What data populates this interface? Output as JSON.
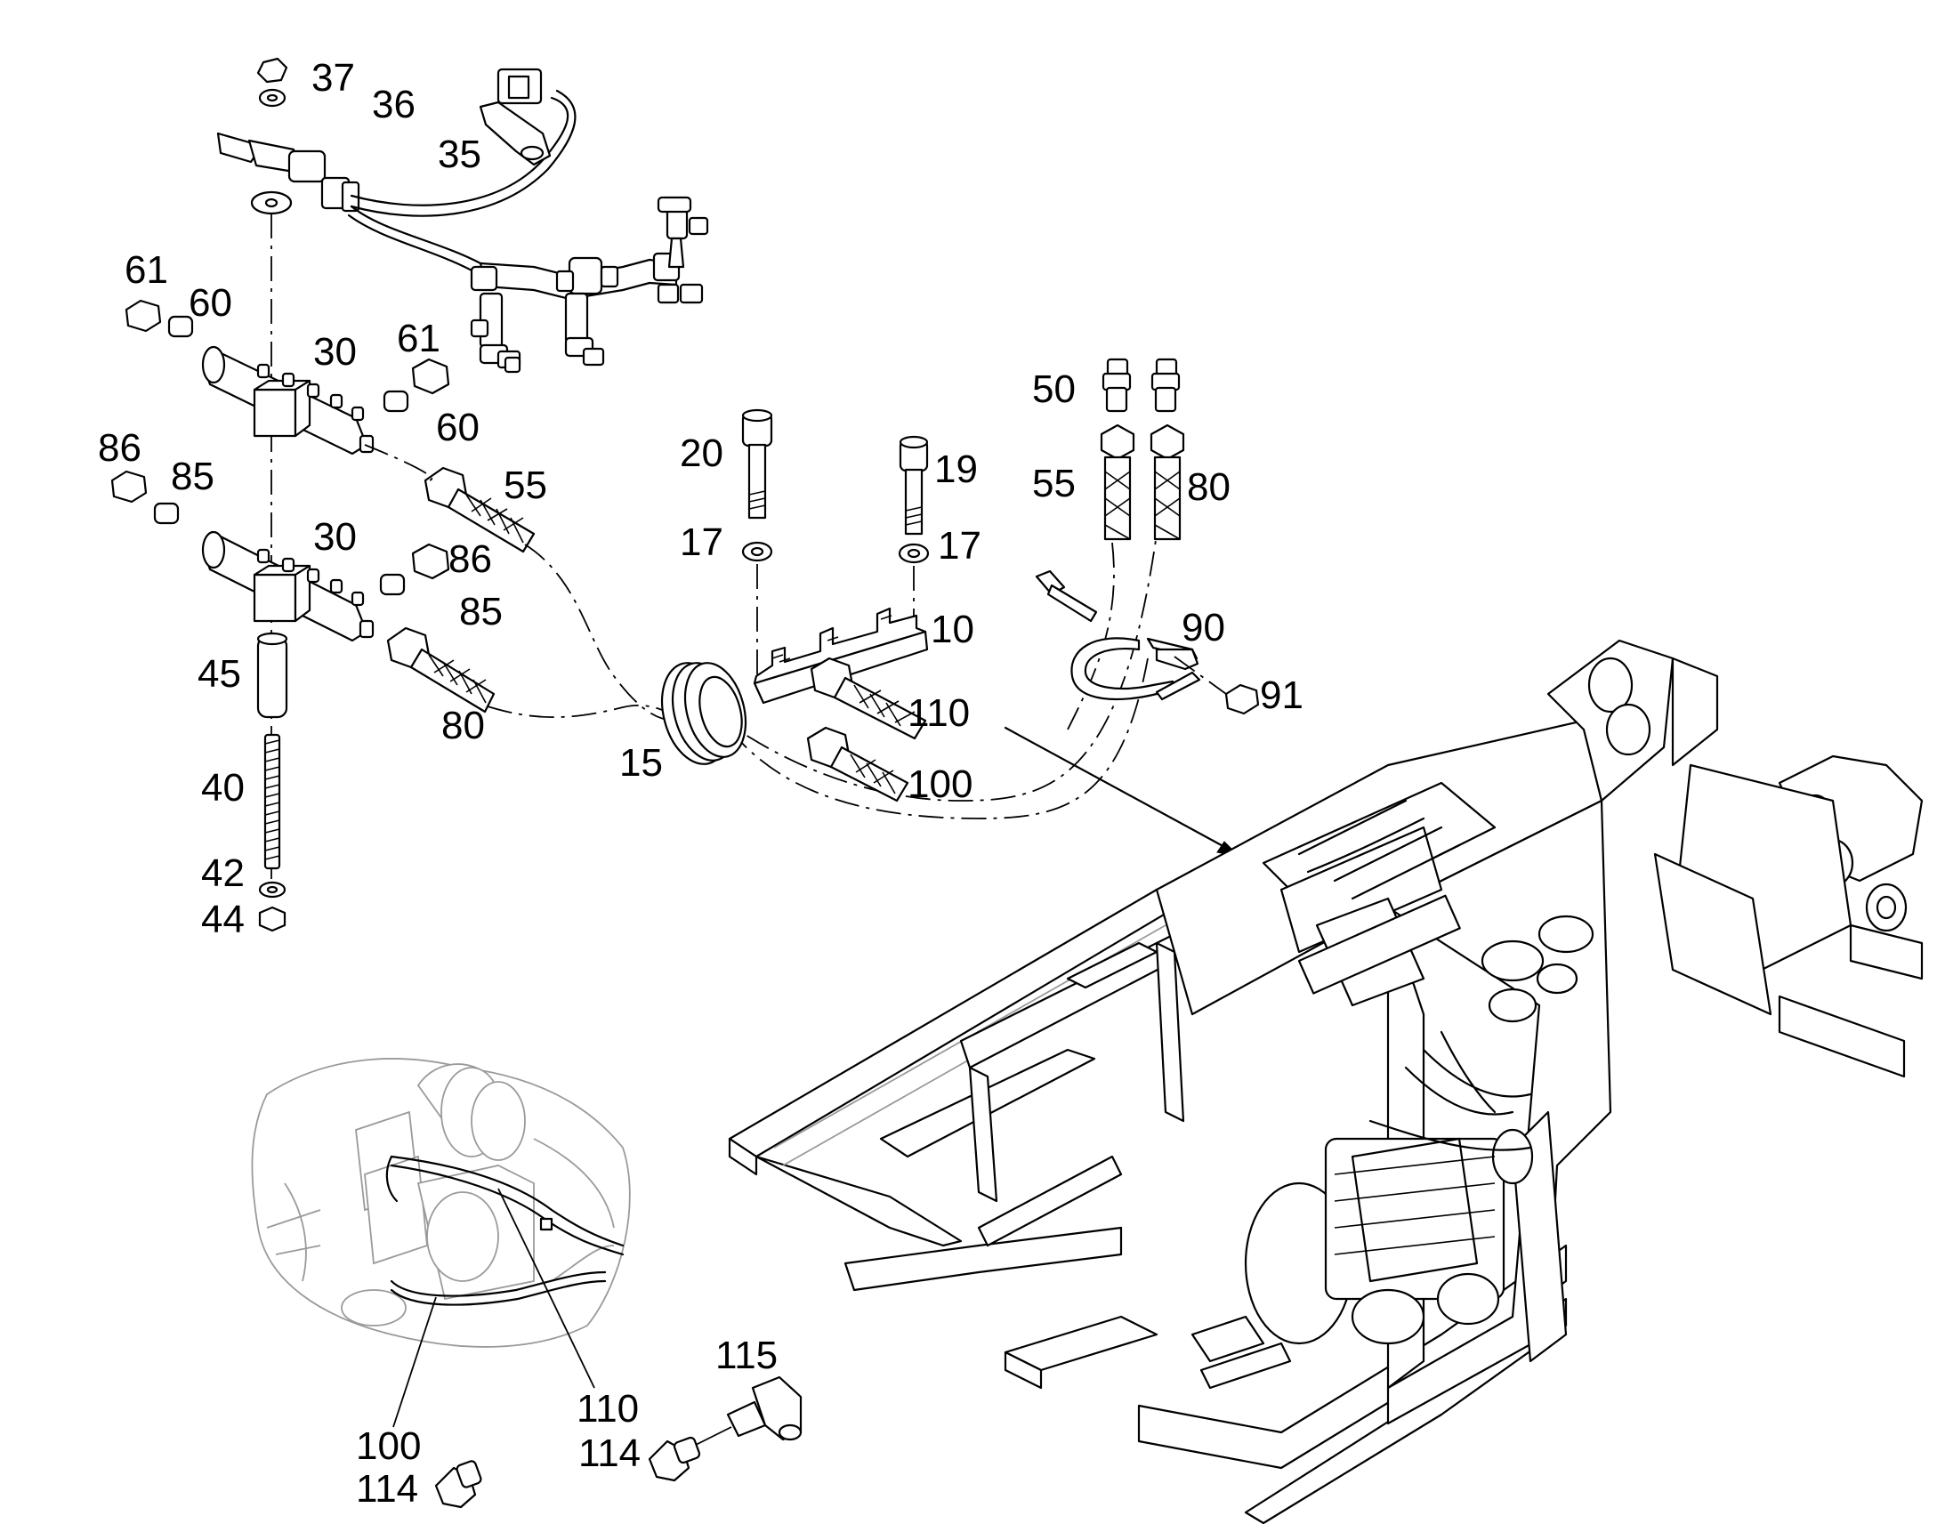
{
  "labels": {
    "l37": "37",
    "l36": "36",
    "l35": "35",
    "l61a": "61",
    "l60a": "60",
    "l30a": "30",
    "l61b": "61",
    "l60b": "60",
    "l86a": "86",
    "l85a": "85",
    "l55a": "55",
    "l30b": "30",
    "l86b": "86",
    "l85b": "85",
    "l45": "45",
    "l80a": "80",
    "l40": "40",
    "l42": "42",
    "l44": "44",
    "l20": "20",
    "l19": "19",
    "l17a": "17",
    "l17b": "17",
    "l10": "10",
    "l15": "15",
    "l110a": "110",
    "l100a": "100",
    "l50": "50",
    "l55b": "55",
    "l80b": "80",
    "l90": "90",
    "l91": "91",
    "l115": "115",
    "l110b": "110",
    "l114a": "114",
    "l100b": "100",
    "l114b": "114"
  },
  "colors": {
    "line": "#000000",
    "detail_grey": "#9a9a9a",
    "background": "#ffffff"
  },
  "icons": [
    "sensor-connector-icon",
    "distribution-block-icon",
    "hose-fitting-icon",
    "grommet-icon",
    "clamp-icon",
    "machine-frame-icon"
  ]
}
